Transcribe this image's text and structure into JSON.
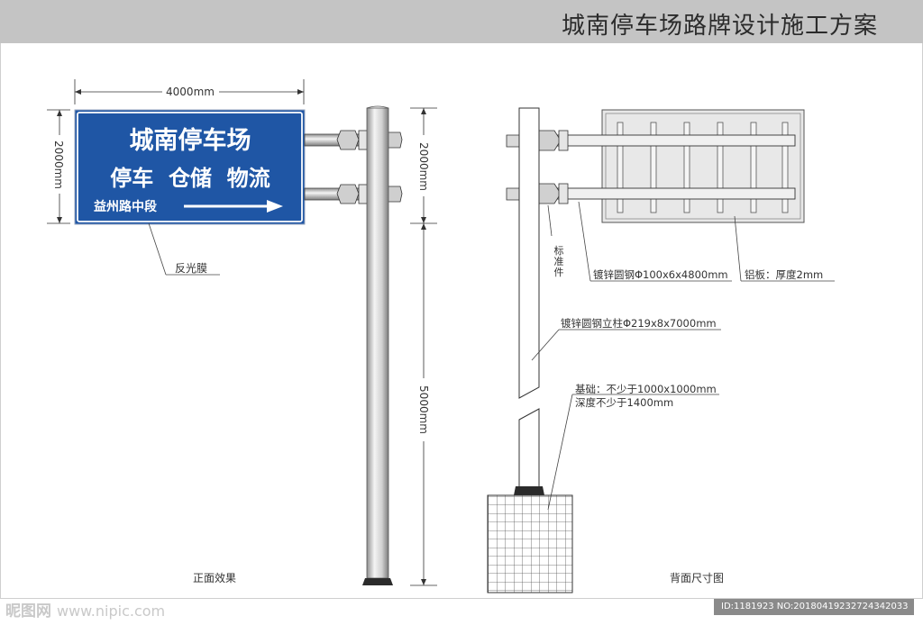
{
  "title": "城南停车场路牌设计施工方案",
  "front_view": {
    "width_dim": "4000mm",
    "height_dim": "2000mm",
    "pole_upper_dim": "2000mm",
    "pole_lower_dim": "5000mm",
    "sign_line1": "城南停车场",
    "sign_line2": "停车  仓储  物流",
    "sign_line3": "益州路中段",
    "callout_film": "反光膜",
    "caption": "正面效果",
    "sign_color": "#1f56a5"
  },
  "back_view": {
    "std_part": "标准件",
    "callout_pipe": "镀锌圆钢Φ100x6x4800mm",
    "callout_plate": "铝板：厚度2mm",
    "callout_column": "镀锌圆钢立柱Φ219x8x7000mm",
    "callout_base1": "基础：不少于1000x1000mm",
    "callout_base2": "深度不少于1400mm",
    "caption": "背面尺寸图"
  },
  "watermark": {
    "site": "昵图网",
    "url": "www.nipic.com",
    "id_text": "ID:1181923 NO:20180419232724342033"
  }
}
